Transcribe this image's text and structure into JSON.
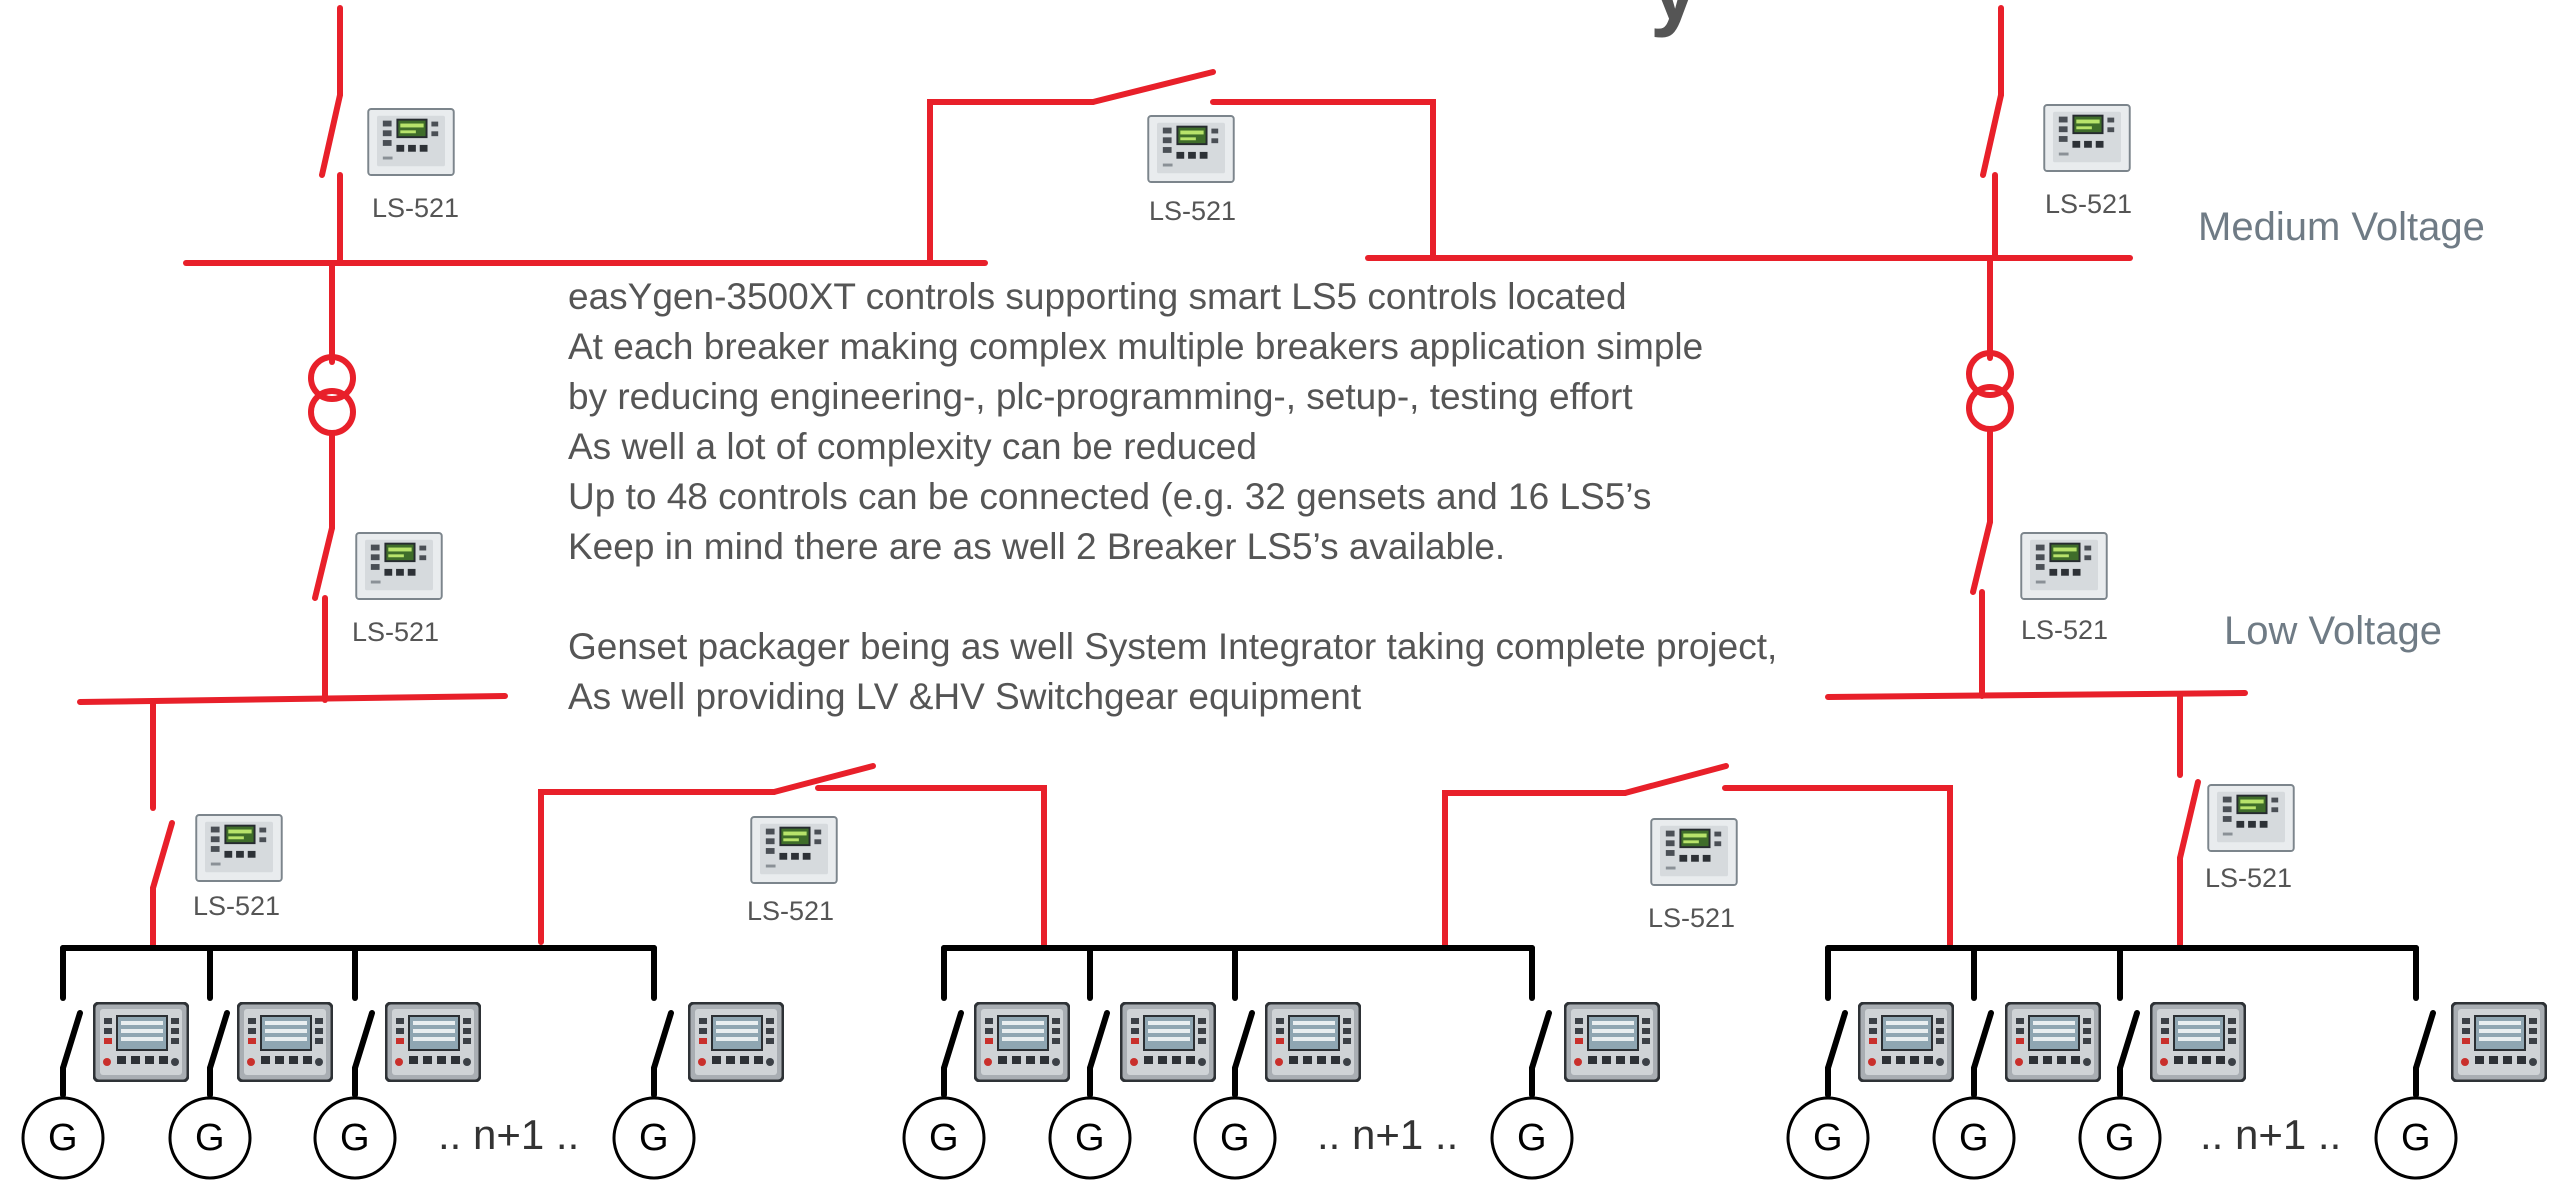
{
  "voltage_labels": {
    "medium": "Medium Voltage",
    "low": "Low Voltage"
  },
  "ls_controller_label": "LS-521",
  "description_lines": [
    "easYgen-3500XT controls supporting smart LS5 controls located",
    "At each breaker making complex multiple breakers application simple",
    "by reducing engineering-, plc-programming-, setup-, testing effort",
    "As well a lot of complexity can be reduced",
    "Up to 48 controls can be connected (e.g. 32 gensets and 16 LS5’s",
    "Keep in mind there are as well 2 Breaker LS5’s available."
  ],
  "integrator_lines": [
    "Genset packager being as well System Integrator taking complete project,",
    "As well providing LV &HV Switchgear equipment"
  ],
  "generator_symbol": "G",
  "repeat_marker": ".. n+1 ..",
  "colors": {
    "busbar_mv_lv": "#e8202a",
    "genset_bus": "#000000",
    "text": "#555555",
    "voltage_text": "#6f7b85"
  },
  "icons": [
    "ls-521-controller-icon",
    "easygen-controller-icon",
    "transformer-icon",
    "breaker-switch-icon",
    "generator-icon"
  ]
}
